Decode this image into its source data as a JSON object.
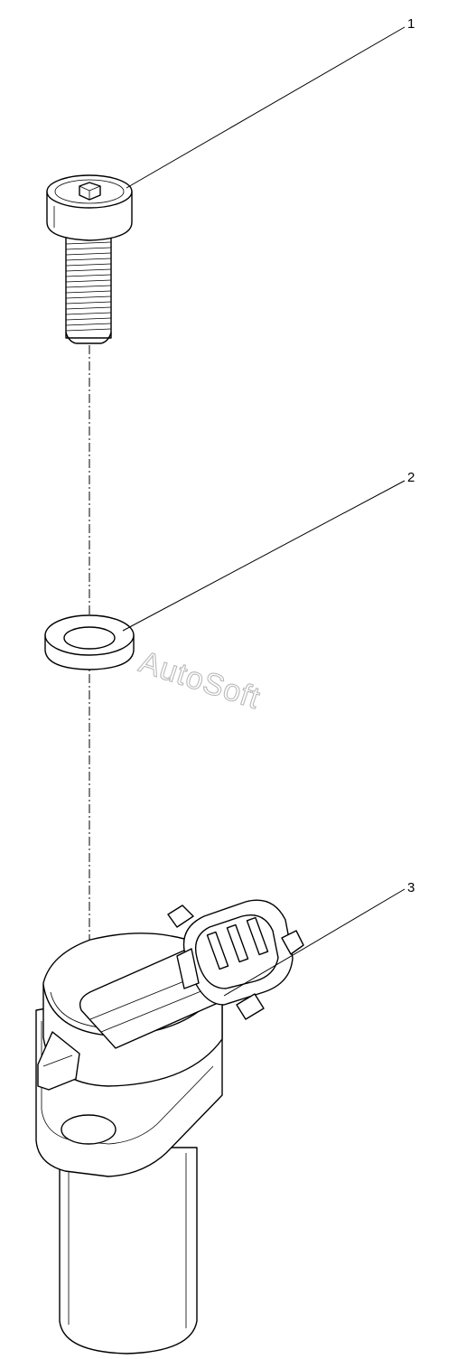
{
  "diagram": {
    "callouts": [
      {
        "id": "1",
        "label": "1",
        "part": "hex-socket-cap-bolt"
      },
      {
        "id": "2",
        "label": "2",
        "part": "flat-washer"
      },
      {
        "id": "3",
        "label": "3",
        "part": "crankshaft-position-sensor"
      }
    ],
    "watermark": "AutoSoft"
  }
}
